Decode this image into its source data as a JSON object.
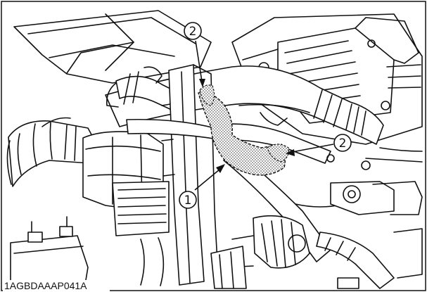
{
  "figure": {
    "code": "1AGBDAAAP041A",
    "callouts": [
      {
        "id": "callout-1",
        "number": "1"
      },
      {
        "id": "callout-2-top",
        "number": "2"
      },
      {
        "id": "callout-2-right",
        "number": "2"
      }
    ]
  },
  "colors": {
    "line": "#111111",
    "paper": "#ffffff",
    "hose_shade": "#8a8a8a"
  }
}
